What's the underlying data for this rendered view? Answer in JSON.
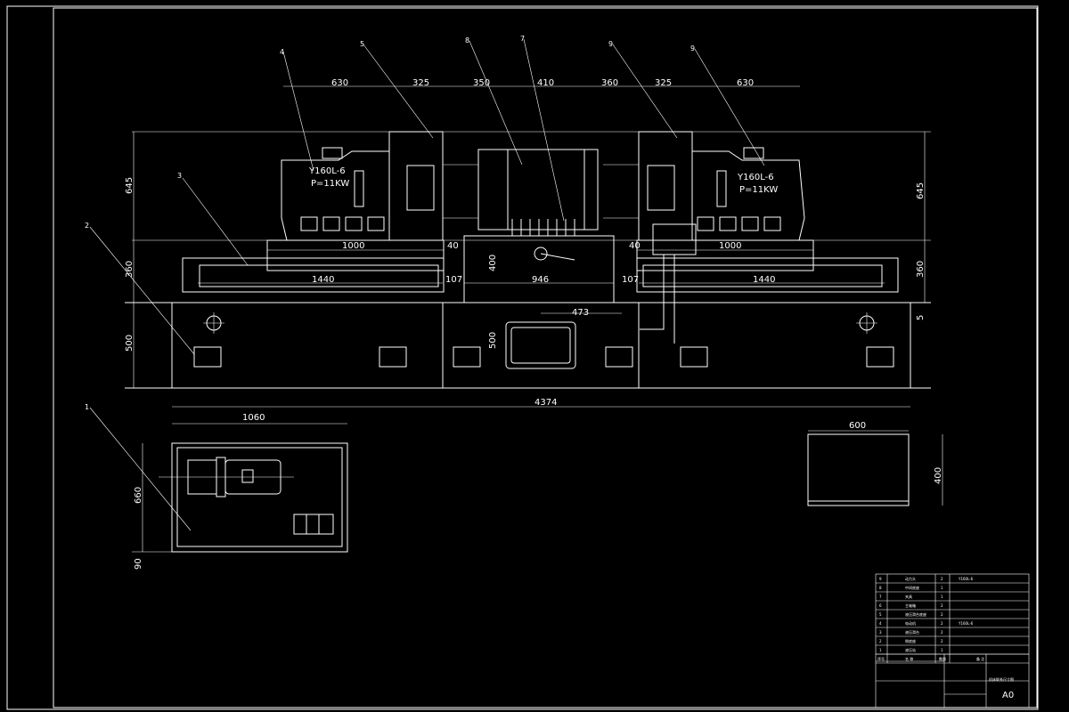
{
  "drawing": {
    "part_labels": [
      "1",
      "2",
      "3",
      "4",
      "5",
      "8",
      "7",
      "9",
      "9"
    ],
    "top_dims": [
      "630",
      "325",
      "350",
      "410",
      "360",
      "325",
      "630"
    ],
    "left_dims": [
      "645",
      "360",
      "500"
    ],
    "right_dims": [
      "645",
      "360",
      "5"
    ],
    "motor_left": [
      "Y160L-6",
      "P=11KW"
    ],
    "motor_right": [
      "Y160L-6",
      "P=11KW"
    ],
    "bed_dims": [
      "1000",
      "40",
      "40",
      "1000",
      "400",
      "1440",
      "107",
      "946",
      "107",
      "1440",
      "473",
      "500",
      "4374"
    ],
    "pump_unit": {
      "width": "1060",
      "height": "660",
      "offset": "90"
    },
    "cabinet": {
      "width": "600",
      "height": "400"
    }
  },
  "title_block": {
    "rows": [
      {
        "no": "9",
        "name": "动力头",
        "qty": "2",
        "note": "Y160L-6"
      },
      {
        "no": "8",
        "name": "中间底座",
        "qty": "1",
        "note": ""
      },
      {
        "no": "7",
        "name": "夹具",
        "qty": "1",
        "note": ""
      },
      {
        "no": "6",
        "name": "主轴箱",
        "qty": "2",
        "note": ""
      },
      {
        "no": "5",
        "name": "液压滑台底座",
        "qty": "2",
        "note": ""
      },
      {
        "no": "4",
        "name": "电动机",
        "qty": "2",
        "note": "Y160L-6"
      },
      {
        "no": "3",
        "name": "液压滑台",
        "qty": "2",
        "note": ""
      },
      {
        "no": "2",
        "name": "侧底座",
        "qty": "2",
        "note": ""
      },
      {
        "no": "1",
        "name": "液压站",
        "qty": "1",
        "note": ""
      }
    ],
    "header": {
      "no": "序号",
      "name": "名 称",
      "qty": "数量",
      "note": "备 注"
    },
    "drawing_title": "机床联系尺寸图",
    "sheet_size": "A0"
  }
}
